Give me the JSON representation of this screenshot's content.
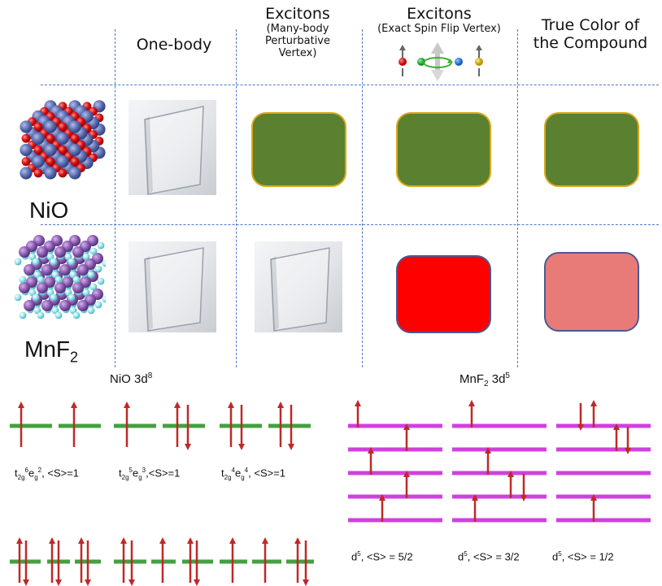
{
  "headers": {
    "one_body": "One-body",
    "excitons_pert": {
      "title": "Excitons",
      "sub": "(Many-body Perturbative Vertex)"
    },
    "excitons_exact": {
      "title": "Excitons",
      "sub": "(Exact Spin Flip Vertex)"
    },
    "true_color": "True Color of the Compound"
  },
  "compounds": {
    "nio": {
      "name": "NiO"
    },
    "mnf2": {
      "base": "MnF",
      "subscript": "2"
    }
  },
  "colors": {
    "green": "#5a8030",
    "red": "#ff0000",
    "pink": "#e87b78",
    "grid_line": "#4a78c8",
    "nio_level": "#44a040",
    "mnf2_level": "#d040e0",
    "arrow": "#c02828"
  },
  "nio_section": {
    "label": {
      "text": "NiO 3d",
      "sup": "8"
    },
    "configs": [
      {
        "parts": [
          [
            "t",
            ""
          ],
          [
            "2g",
            "sub"
          ],
          [
            "6",
            "sup"
          ],
          [
            "e",
            ""
          ],
          [
            "g",
            "sub"
          ],
          [
            "2",
            "sup"
          ],
          [
            ", <S>=1",
            ""
          ]
        ]
      },
      {
        "parts": [
          [
            "t",
            ""
          ],
          [
            "2g",
            "sub"
          ],
          [
            "5",
            "sup"
          ],
          [
            "e",
            ""
          ],
          [
            "g",
            "sub"
          ],
          [
            "3",
            "sup"
          ],
          [
            ",<S>=1",
            ""
          ]
        ]
      },
      {
        "parts": [
          [
            "t",
            ""
          ],
          [
            "2g",
            "sub"
          ],
          [
            "4",
            "sup"
          ],
          [
            "e",
            ""
          ],
          [
            "g",
            "sub"
          ],
          [
            "4",
            "sup"
          ],
          [
            ", <S>=1",
            ""
          ]
        ]
      }
    ]
  },
  "mnf2_section": {
    "label": {
      "base": "MnF",
      "sub": "2",
      "rest": " 3d",
      "sup": "5"
    },
    "configs": [
      {
        "d": "d",
        "sup": "5",
        "text": ", <S> = 5/2"
      },
      {
        "d": "d",
        "sup": "5",
        "text": ", <S> = 3/2"
      },
      {
        "d": "d",
        "sup": "5",
        "text": ", <S> = 1/2"
      }
    ]
  }
}
